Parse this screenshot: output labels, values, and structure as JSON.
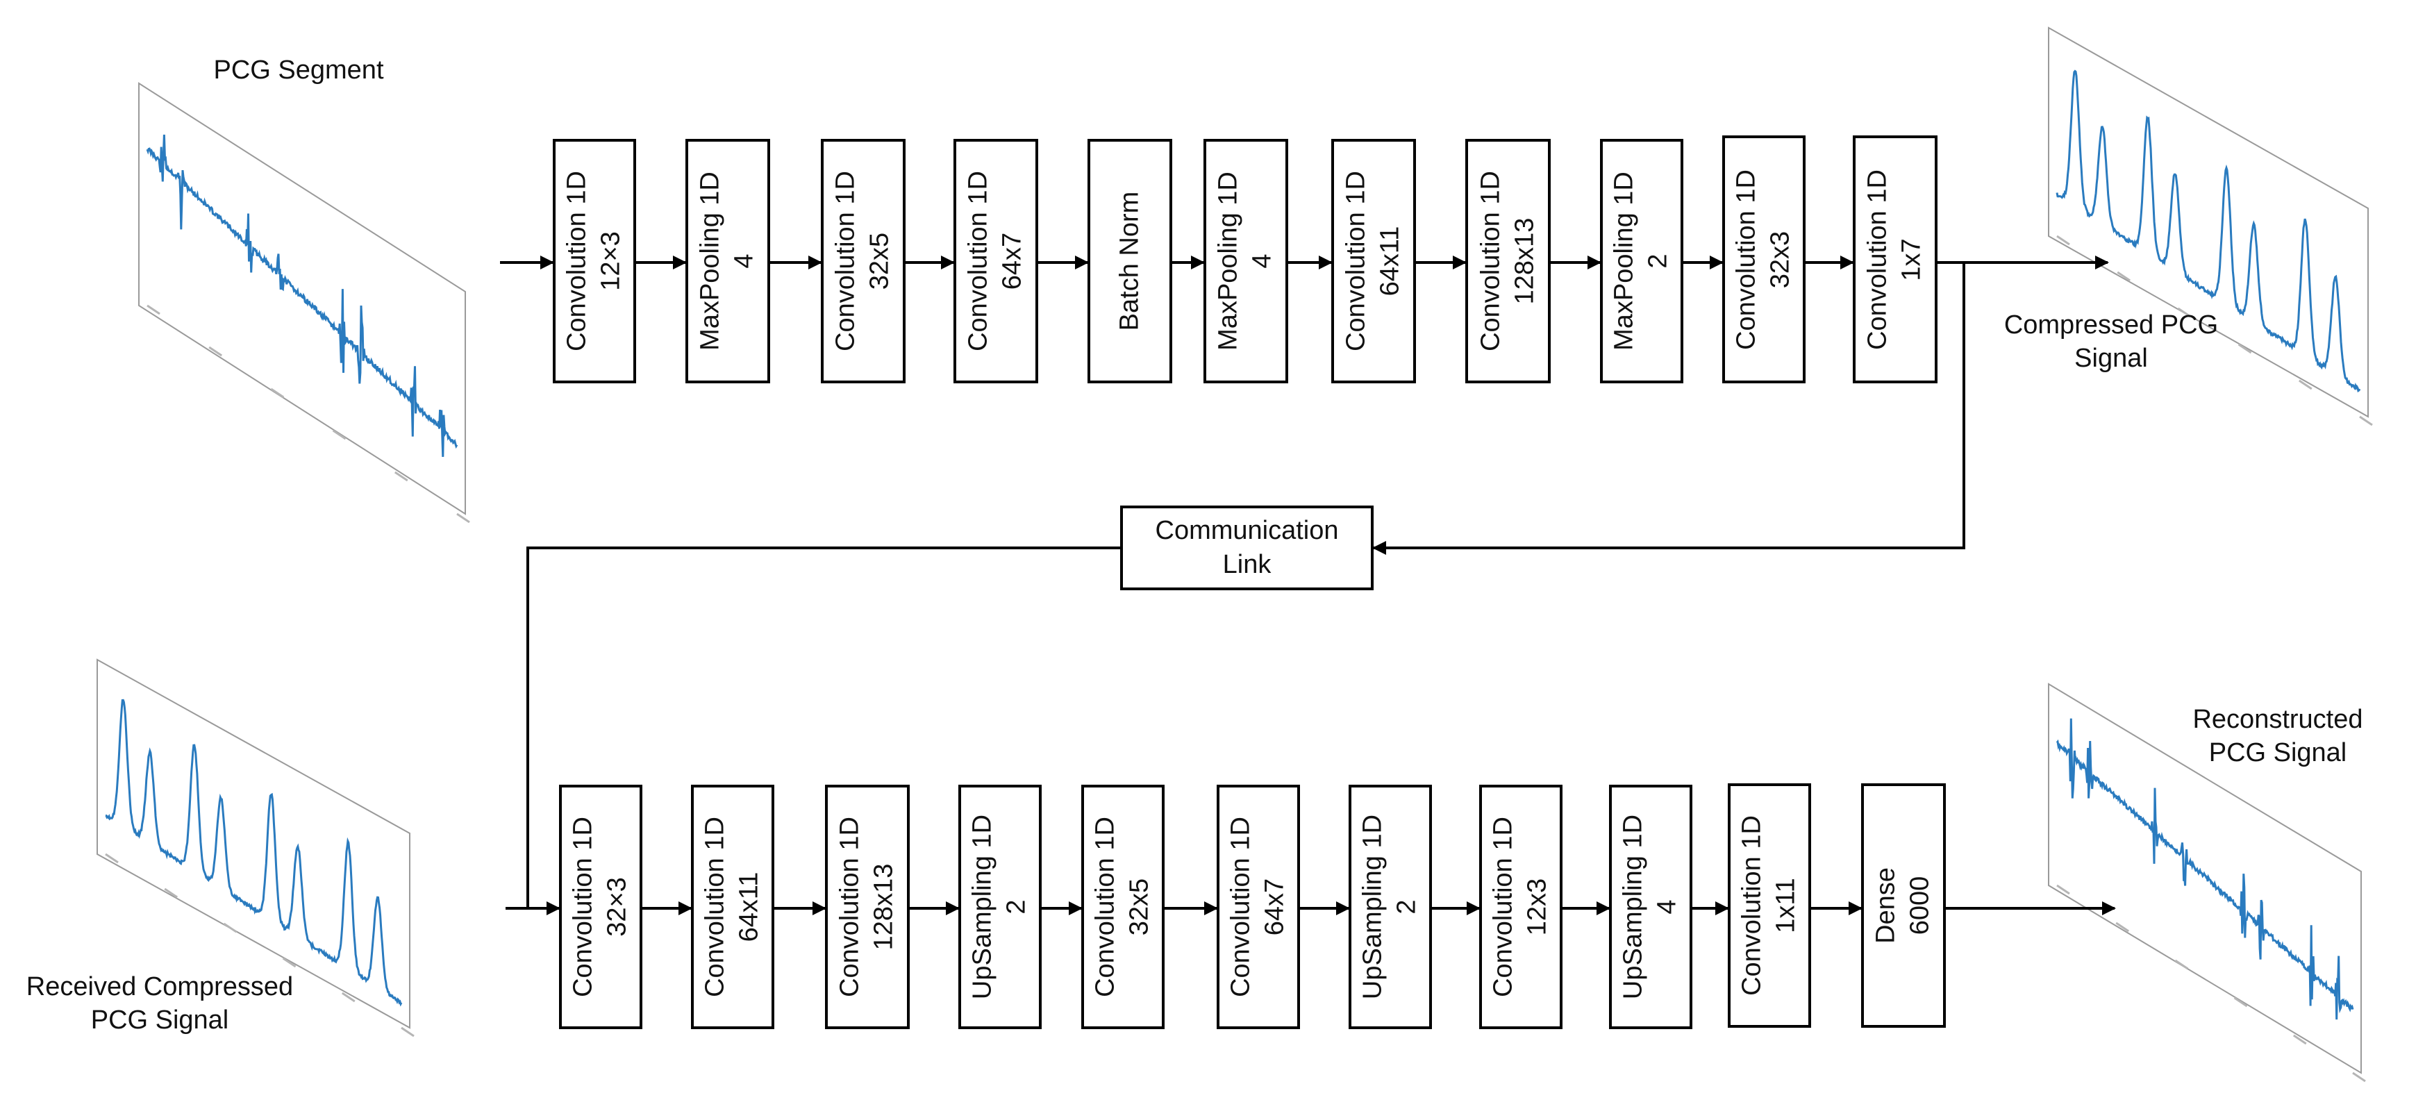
{
  "labels": {
    "pcg_segment": "PCG Segment",
    "compressed_line1": "Compressed PCG",
    "compressed_line2": "Signal",
    "received_line1": "Received Compressed",
    "received_line2": "PCG Signal",
    "reconstructed_line1": "Reconstructed",
    "reconstructed_line2": "PCG Signal"
  },
  "communication_link": {
    "line1": "Communication",
    "line2": "Link"
  },
  "encoder": [
    {
      "name": "Convolution 1D",
      "param": "12×3"
    },
    {
      "name": "MaxPooling 1D",
      "param": "4"
    },
    {
      "name": "Convolution 1D",
      "param": "32x5"
    },
    {
      "name": "Convolution 1D",
      "param": "64x7"
    },
    {
      "name": "Batch Norm",
      "param": ""
    },
    {
      "name": "MaxPooling 1D",
      "param": "4"
    },
    {
      "name": "Convolution 1D",
      "param": "64x11"
    },
    {
      "name": "Convolution 1D",
      "param": "128x13"
    },
    {
      "name": "MaxPooling 1D",
      "param": "2"
    },
    {
      "name": "Convolution 1D",
      "param": "32x3"
    },
    {
      "name": "Convolution 1D",
      "param": "1x7"
    }
  ],
  "decoder": [
    {
      "name": "Convolution 1D",
      "param": "32×3"
    },
    {
      "name": "Convolution 1D",
      "param": "64x11"
    },
    {
      "name": "Convolution 1D",
      "param": "128x13"
    },
    {
      "name": "UpSampling 1D",
      "param": "2"
    },
    {
      "name": "Convolution 1D",
      "param": "32x5"
    },
    {
      "name": "Convolution 1D",
      "param": "64x7"
    },
    {
      "name": "UpSampling 1D",
      "param": "2"
    },
    {
      "name": "Convolution 1D",
      "param": "12x3"
    },
    {
      "name": "UpSampling 1D",
      "param": "4"
    },
    {
      "name": "Convolution 1D",
      "param": "1x11"
    },
    {
      "name": "Dense",
      "param": "6000"
    }
  ],
  "colors": {
    "signal": "#2a7bbf",
    "stroke": "#000000"
  }
}
